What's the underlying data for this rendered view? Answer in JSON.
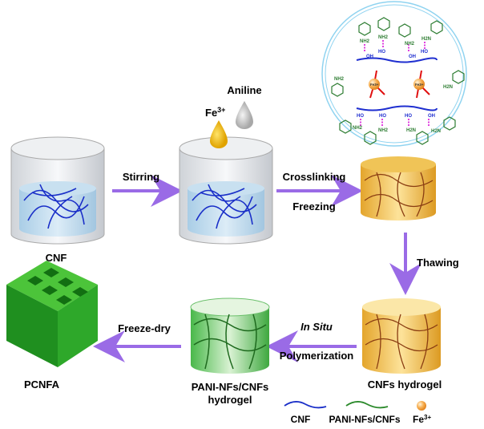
{
  "colors": {
    "arrow": "#9a6be6",
    "cnf": "#1a2fc8",
    "pani": "#2b8a2b",
    "fe": "#f0962c",
    "halo": "#8fd3f0",
    "molecule_backbone": "#1f2fd0",
    "molecule_aniline": "#2e7d32",
    "hbond": "#e040e0"
  },
  "steps": {
    "cnf_label": "CNF",
    "stirring": "Stirring",
    "aniline": "Aniline",
    "fe": "Fe",
    "fe_sup": "3+",
    "crosslinking": "Crosslinking",
    "freezing": "Freezing",
    "thawing": "Thawing",
    "cnfs_hydrogel": "CNFs hydrogel",
    "in_situ": "In Situ",
    "polymerization": "Polymerization",
    "pani_hydrogel_1": "PANI-NFs/CNFs",
    "pani_hydrogel_2": "hydrogel",
    "freeze_dry": "Freeze-dry",
    "pcnfa": "PCNFA"
  },
  "molecule": {
    "nh2": "NH2",
    "h2n": "H2N",
    "oh": "OH",
    "ho": "HO",
    "fe": "Fe3+"
  },
  "legend": {
    "cnf": "CNF",
    "pani": "PANI-NFs/CNFs",
    "fe": "Fe",
    "fe_sup": "3+"
  }
}
